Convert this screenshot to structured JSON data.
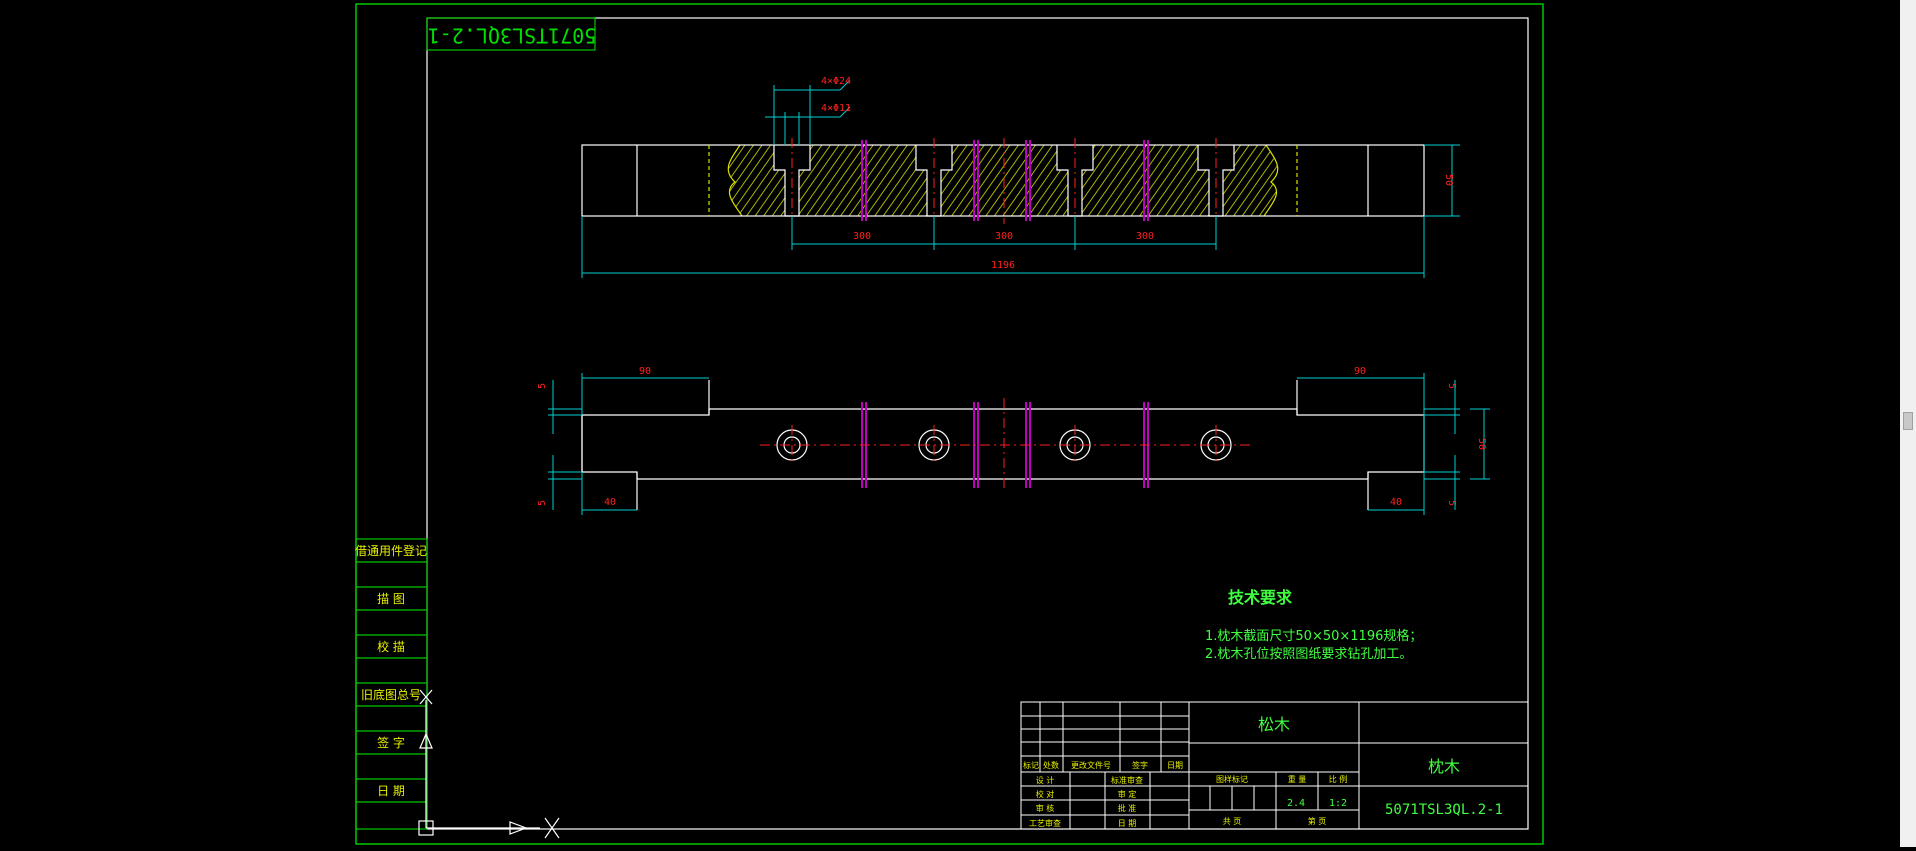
{
  "drawing": {
    "code_top_mirrored": "5071TSL3QL.2-1",
    "callouts": {
      "counterbore": "4×Φ24",
      "hole": "4×Φ11"
    },
    "dims_top": {
      "pitch1": "300",
      "pitch2": "300",
      "pitch3": "300",
      "total": "1196",
      "height": "50"
    },
    "dims_plan": {
      "left_top": "90",
      "right_top": "90",
      "left_bottom": "40",
      "right_bottom": "40",
      "left_notch_top": "5",
      "left_notch_bottom": "5",
      "right_notch_top": "5",
      "right_notch_bottom": "5",
      "height": "50"
    }
  },
  "tech_req": {
    "title": "技术要求",
    "line1": "1.枕木截面尺寸50×50×1196规格；",
    "line2": "2.枕木孔位按照图纸要求钻孔加工。"
  },
  "left_strip": {
    "row1": "借通用件登记",
    "row2": "描 图",
    "row3": "校 描",
    "row4": "旧底图总号",
    "row5": "签 字",
    "row6": "日 期"
  },
  "title_block": {
    "material": "松木",
    "part_name": "枕木",
    "drawing_no": "5071TSL3QL.2-1",
    "weight": "2.4",
    "scale": "1:2",
    "h_mark": "标记",
    "h_count": "处数",
    "h_docno": "更改文件号",
    "h_sign": "签字",
    "h_date": "日期",
    "r_design": "设 计",
    "r_check": "校 对",
    "r_review": "审 核",
    "r_process": "工艺审查",
    "r_std": "标准审查",
    "r_audit": "审 定",
    "r_approve": "批 准",
    "r_day": "日 期",
    "h_stage": "图样标记",
    "h_weight": "重 量",
    "h_scale": "比 例",
    "total": "共   页",
    "page": "第   页"
  }
}
